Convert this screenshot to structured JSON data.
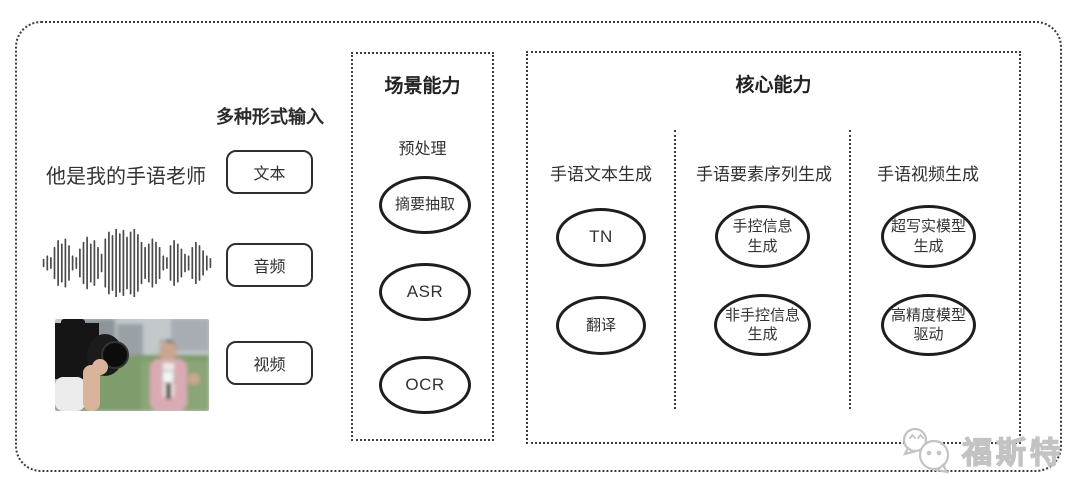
{
  "input_section": {
    "label": "多种形式输入",
    "rows": [
      {
        "type": "text",
        "example": "他是我的手语老师",
        "button": "文本"
      },
      {
        "type": "audio",
        "example": "audio-waveform",
        "button": "音频"
      },
      {
        "type": "video",
        "example": "reporter-photo",
        "button": "视频"
      }
    ]
  },
  "scene_box": {
    "title": "场景能力",
    "subtitle": "预处理",
    "ovals": [
      "摘要抽取",
      "ASR",
      "OCR"
    ]
  },
  "core_box": {
    "title": "核心能力",
    "columns": [
      {
        "header": "手语文本生成",
        "ovals": [
          "TN",
          "翻译"
        ]
      },
      {
        "header": "手语要素序列生成",
        "ovals": [
          "手控信息\n生成",
          "非手控信息\n生成"
        ]
      },
      {
        "header": "手语视频生成",
        "ovals": [
          "超写实模型\n生成",
          "高精度模型\n驱动"
        ]
      }
    ]
  },
  "watermark": {
    "text": "福斯特"
  },
  "colors": {
    "line": "#3c3c3c",
    "stroke": "#1e1e1e",
    "text": "#2f2f2f",
    "watermark": "#c3c3c3"
  }
}
